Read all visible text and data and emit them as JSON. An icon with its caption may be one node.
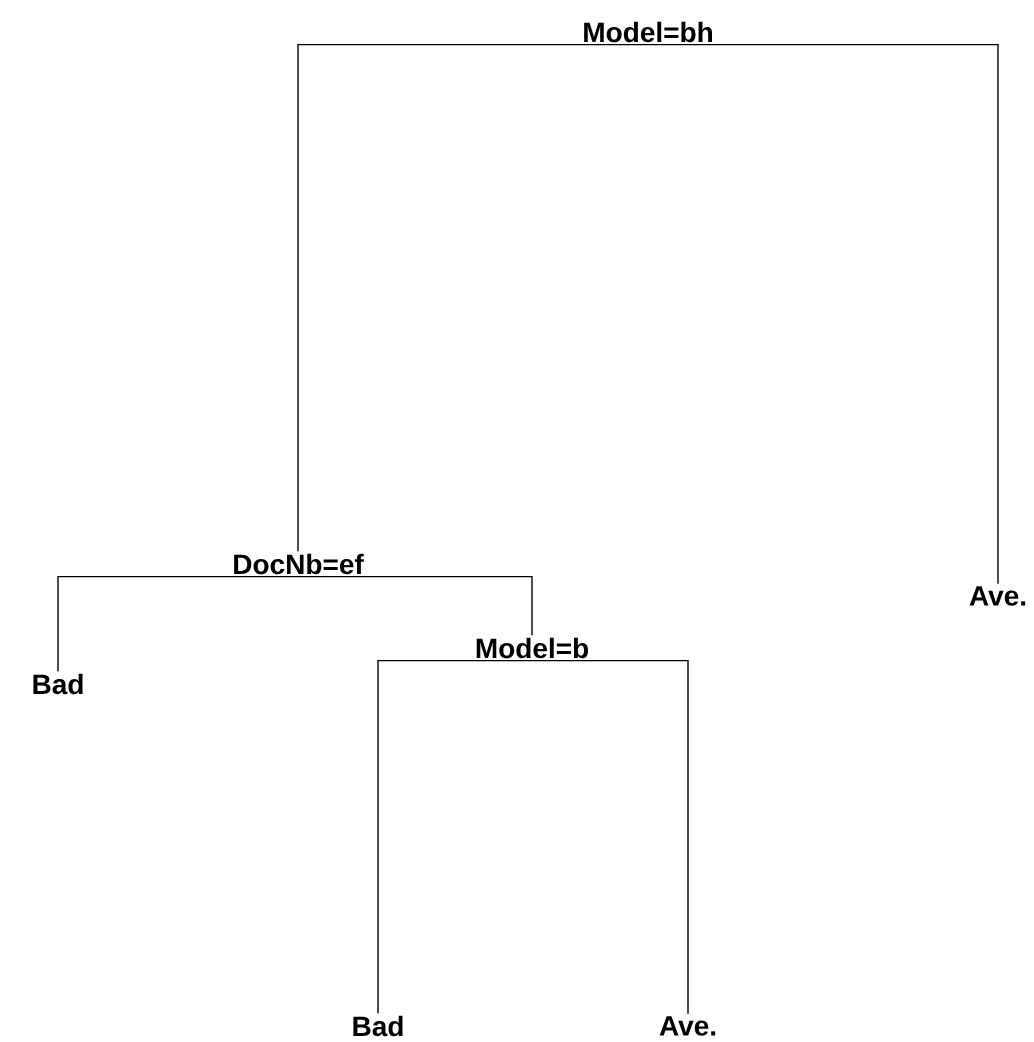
{
  "diagram": {
    "nodes": [
      {
        "text": [
          "Model=bh"
        ]
      },
      {
        "text": [
          "DocNb=ef"
        ]
      },
      {
        "text": [
          "Ave."
        ]
      },
      {
        "text": [
          "Bad"
        ]
      },
      {
        "text": [
          "Model=b"
        ]
      },
      {
        "text": [
          "Bad"
        ]
      },
      {
        "text": [
          "Ave."
        ]
      }
    ],
    "edges": [
      {
        "from": 0,
        "to": 1,
        "arrow": "none"
      },
      {
        "from": 0,
        "to": 2,
        "arrow": "none"
      },
      {
        "from": 1,
        "to": 3,
        "arrow": "none"
      },
      {
        "from": 1,
        "to": 4,
        "arrow": "none"
      },
      {
        "from": 4,
        "to": 5,
        "arrow": "none"
      },
      {
        "from": 4,
        "to": 6,
        "arrow": "none"
      }
    ]
  }
}
